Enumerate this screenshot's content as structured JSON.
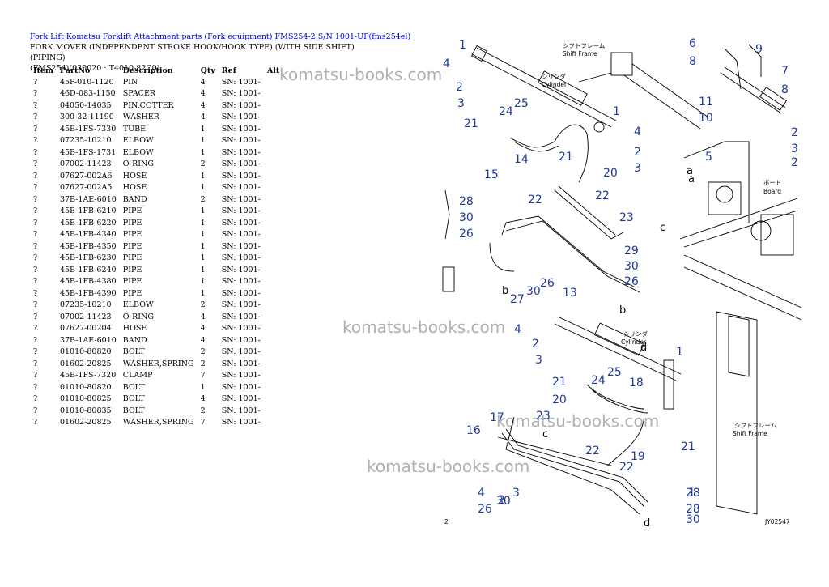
{
  "breadcrumb": {
    "link1": "Fork Lift Komatsu",
    "link2": "Forklift Attachment parts (Fork equipment)",
    "link3": "FMS254-2 S/N 1001-UP(fms254el)"
  },
  "title_line1": "FORK MOVER (INDEPENDENT STROKE HOOK/HOOK TYPE) (WITH SIDE SHIFT) (PIPING)",
  "title_line2": "(FMS254)(030020 : T4010-82C0)",
  "table": {
    "headers": [
      "Item",
      "PartNo",
      "Description",
      "Qty",
      "Ref",
      "Alt"
    ],
    "rows": [
      [
        "?",
        "45P-010-1120",
        "PIN",
        "4",
        "SN: 1001-",
        ""
      ],
      [
        "?",
        "46D-083-1150",
        "SPACER",
        "4",
        "SN: 1001-",
        ""
      ],
      [
        "?",
        "04050-14035",
        "PIN,COTTER",
        "4",
        "SN: 1001-",
        ""
      ],
      [
        "?",
        "300-32-11190",
        "WASHER",
        "4",
        "SN: 1001-",
        ""
      ],
      [
        "?",
        "45B-1FS-7330",
        "TUBE",
        "1",
        "SN: 1001-",
        ""
      ],
      [
        "?",
        "07235-10210",
        "ELBOW",
        "1",
        "SN: 1001-",
        ""
      ],
      [
        "?",
        "45B-1FS-1731",
        "ELBOW",
        "1",
        "SN: 1001-",
        ""
      ],
      [
        "?",
        "07002-11423",
        "O-RING",
        "2",
        "SN: 1001-",
        ""
      ],
      [
        "?",
        "07627-002A6",
        "HOSE",
        "1",
        "SN: 1001-",
        ""
      ],
      [
        "?",
        "07627-002A5",
        "HOSE",
        "1",
        "SN: 1001-",
        ""
      ],
      [
        "?",
        "37B-1AE-6010",
        "BAND",
        "2",
        "SN: 1001-",
        ""
      ],
      [
        "?",
        "45B-1FB-6210",
        "PIPE",
        "1",
        "SN: 1001-",
        ""
      ],
      [
        "?",
        "45B-1FB-6220",
        "PIPE",
        "1",
        "SN: 1001-",
        ""
      ],
      [
        "?",
        "45B-1FB-4340",
        "PIPE",
        "1",
        "SN: 1001-",
        ""
      ],
      [
        "?",
        "45B-1FB-4350",
        "PIPE",
        "1",
        "SN: 1001-",
        ""
      ],
      [
        "?",
        "45B-1FB-6230",
        "PIPE",
        "1",
        "SN: 1001-",
        ""
      ],
      [
        "?",
        "45B-1FB-6240",
        "PIPE",
        "1",
        "SN: 1001-",
        ""
      ],
      [
        "?",
        "45B-1FB-4380",
        "PIPE",
        "1",
        "SN: 1001-",
        ""
      ],
      [
        "?",
        "45B-1FB-4390",
        "PIPE",
        "1",
        "SN: 1001-",
        ""
      ],
      [
        "?",
        "07235-10210",
        "ELBOW",
        "2",
        "SN: 1001-",
        ""
      ],
      [
        "?",
        "07002-11423",
        "O-RING",
        "4",
        "SN: 1001-",
        ""
      ],
      [
        "?",
        "07627-00204",
        "HOSE",
        "4",
        "SN: 1001-",
        ""
      ],
      [
        "?",
        "37B-1AE-6010",
        "BAND",
        "4",
        "SN: 1001-",
        ""
      ],
      [
        "?",
        "01010-80820",
        "BOLT",
        "2",
        "SN: 1001-",
        ""
      ],
      [
        "?",
        "01602-20825",
        "WASHER,SPRING",
        "2",
        "SN: 1001-",
        ""
      ],
      [
        "?",
        "45B-1FS-7320",
        "CLAMP",
        "7",
        "SN: 1001-",
        ""
      ],
      [
        "?",
        "01010-80820",
        "BOLT",
        "1",
        "SN: 1001-",
        ""
      ],
      [
        "?",
        "01010-80825",
        "BOLT",
        "4",
        "SN: 1001-",
        ""
      ],
      [
        "?",
        "01010-80835",
        "BOLT",
        "2",
        "SN: 1001-",
        ""
      ],
      [
        "?",
        "01602-20825",
        "WASHER,SPRING",
        "7",
        "SN: 1001-",
        ""
      ]
    ]
  },
  "watermark": "komatsu-books.com",
  "diagram": {
    "labels": {
      "shift_frame_jp": "シフトフレーム",
      "shift_frame": "Shift Frame",
      "cylinder_jp": "シリンダ",
      "cylinder": "Cylinder",
      "board_jp": "ボード",
      "board": "Board",
      "drawing_no": "JY02547",
      "page": "2"
    },
    "callouts": [
      "1",
      "4",
      "2",
      "3",
      "24",
      "25",
      "21",
      "15",
      "14",
      "21",
      "20",
      "1",
      "4",
      "2",
      "3",
      "22",
      "22",
      "23",
      "28",
      "30",
      "26",
      "27",
      "30",
      "26",
      "13",
      "29",
      "30",
      "26",
      "6",
      "9",
      "8",
      "7",
      "8",
      "11",
      "10",
      "5",
      "2",
      "3",
      "2",
      "1",
      "4",
      "2",
      "3",
      "21",
      "24",
      "25",
      "18",
      "20",
      "23",
      "17",
      "16",
      "22",
      "22",
      "19",
      "21",
      "1",
      "4",
      "2",
      "3",
      "26",
      "30",
      "28",
      "28",
      "30",
      "26"
    ],
    "letters": [
      "a",
      "b",
      "c",
      "d",
      "a",
      "b",
      "c",
      "d"
    ]
  },
  "colors": {
    "callout": "#1f3a99",
    "link": "#0000cc",
    "watermark": "#b0b0b0"
  }
}
